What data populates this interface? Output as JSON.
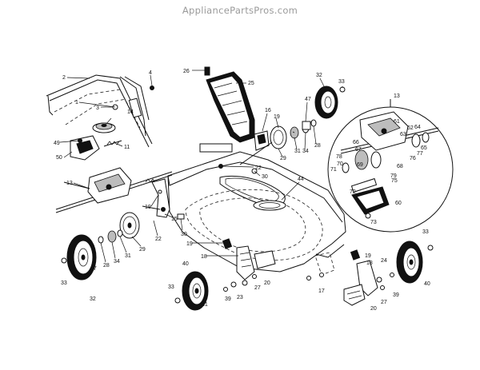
{
  "watermark": "AppliancePartsPros.com",
  "callouts": {
    "c1": "1",
    "c2": "2",
    "c3": "3",
    "c4": "4",
    "c11": "11",
    "c13a": "13",
    "c14": "14",
    "c49": "49",
    "c50": "50",
    "c26": "26",
    "c25": "25",
    "c32a": "32",
    "c33a": "33",
    "c13b": "13",
    "c61": "61",
    "c62": "62",
    "c63": "63",
    "c64": "64",
    "c65": "65",
    "c66": "66",
    "c67": "67",
    "c68": "68",
    "c69": "69",
    "c70": "70",
    "c71": "71",
    "c72": "72",
    "c73": "73",
    "c75": "75",
    "c76": "76",
    "c77": "77",
    "c78": "78",
    "c79": "79",
    "c60": "60",
    "c16": "16",
    "c19a": "19",
    "c47a": "47",
    "c28a": "28",
    "c29a": "29",
    "c31a": "31",
    "c34a": "34",
    "c22a": "22",
    "c30a": "30",
    "c44": "44",
    "c19b": "19",
    "c15": "15",
    "c22b": "22",
    "c30b": "30",
    "c29b": "29",
    "c31b": "31",
    "c34b": "34",
    "c28b": "28",
    "c47b": "47",
    "c33b": "33",
    "c32b": "32",
    "c19c": "19",
    "c18a": "18",
    "c40a": "40",
    "c33c": "33",
    "c21a": "21",
    "c39a": "39",
    "c23": "23",
    "c27a": "27",
    "c20a": "20",
    "c17": "17",
    "c19d": "19",
    "c18b": "18",
    "c24": "24",
    "c33d": "33",
    "c40b": "40",
    "c21b": "21",
    "c39b": "39",
    "c27b": "27",
    "c20b": "20"
  }
}
